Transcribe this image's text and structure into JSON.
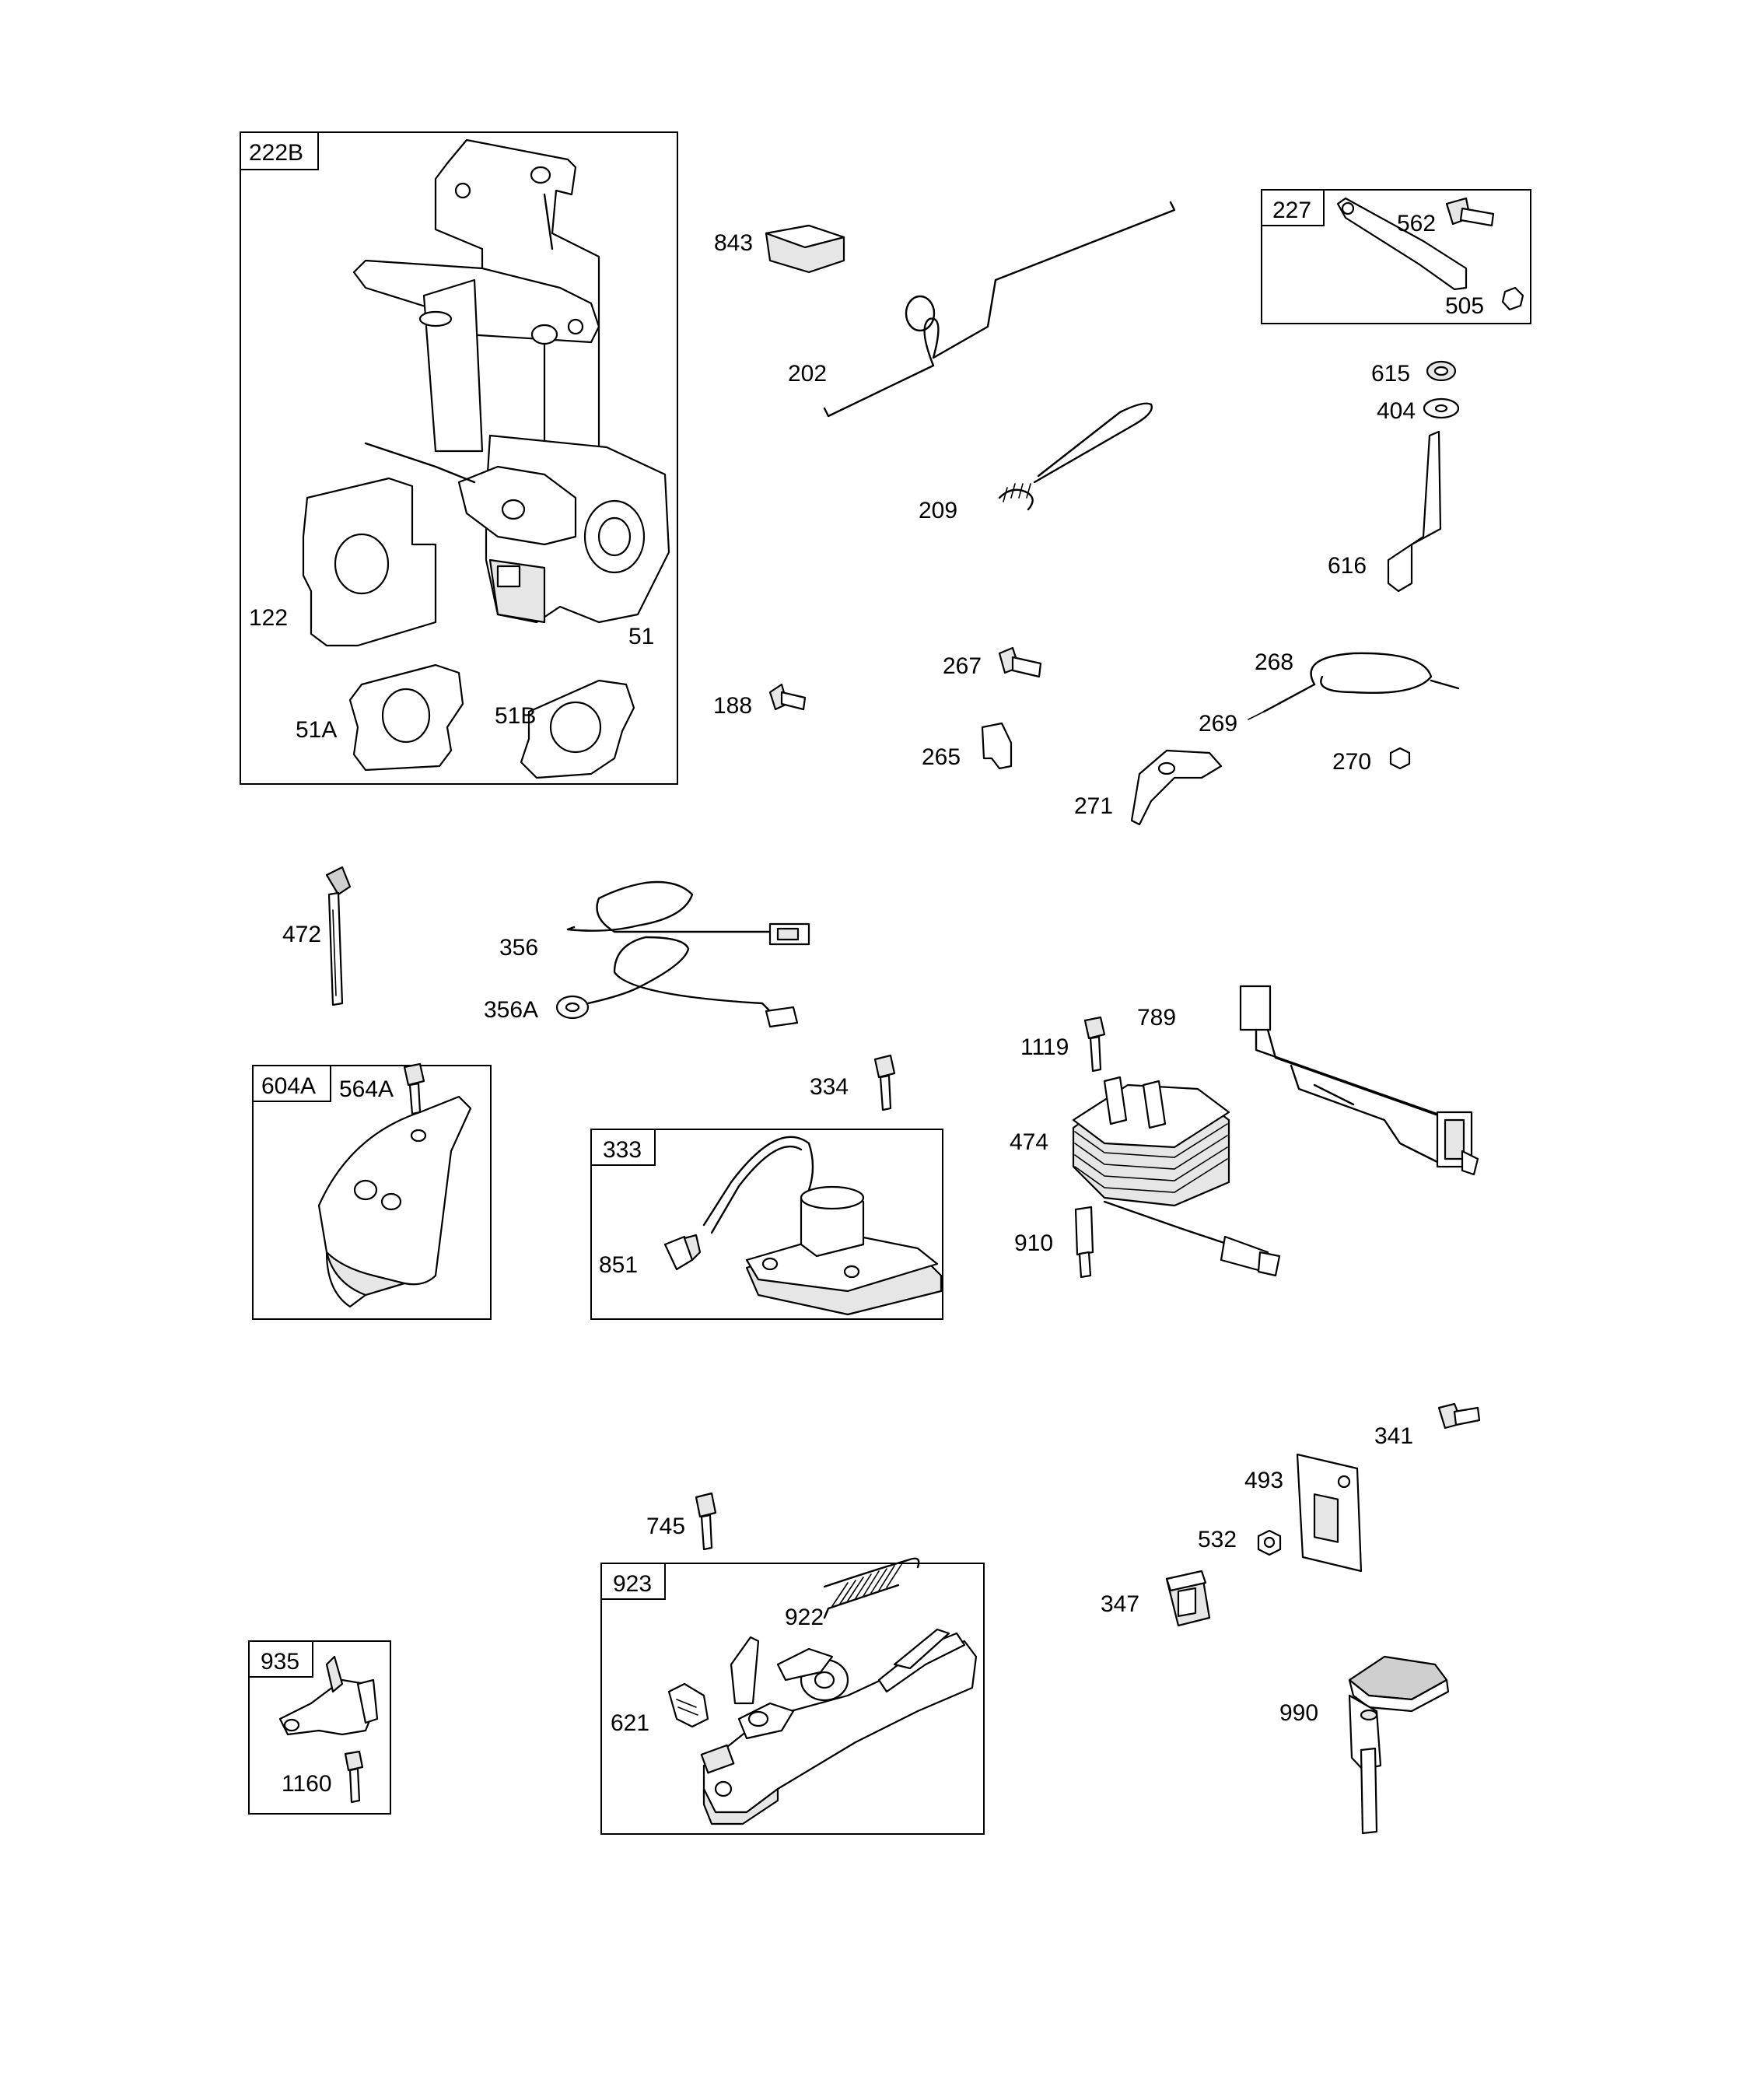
{
  "boxes": {
    "b222B": "222B",
    "b227": "227",
    "b604A": "604A",
    "b333": "333",
    "b923": "923",
    "b935": "935"
  },
  "labels": {
    "p843": "843",
    "p202": "202",
    "p209": "209",
    "p562": "562",
    "p505": "505",
    "p615": "615",
    "p404": "404",
    "p616": "616",
    "p122": "122",
    "p51": "51",
    "p51A": "51A",
    "p51B": "51B",
    "p188": "188",
    "p267": "267",
    "p265": "265",
    "p268": "268",
    "p269": "269",
    "p270": "270",
    "p271": "271",
    "p472": "472",
    "p356": "356",
    "p356A": "356A",
    "p564A": "564A",
    "p334": "334",
    "p851": "851",
    "p1119": "1119",
    "p789": "789",
    "p474": "474",
    "p910": "910",
    "p341": "341",
    "p493": "493",
    "p532": "532",
    "p347": "347",
    "p990": "990",
    "p745": "745",
    "p922": "922",
    "p621": "621",
    "p1160": "1160"
  }
}
